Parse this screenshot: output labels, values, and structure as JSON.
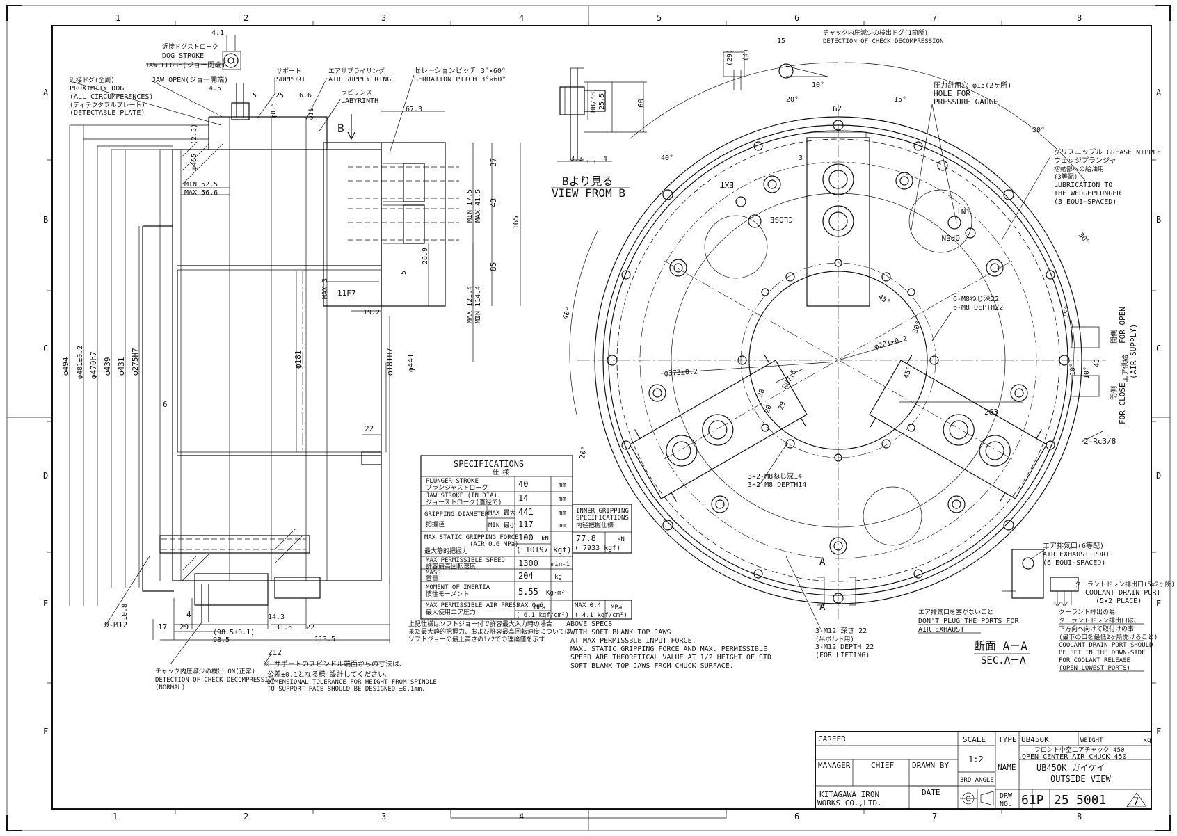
{
  "border": {
    "columns": [
      "1",
      "2",
      "3",
      "4",
      "5",
      "6",
      "7",
      "8"
    ],
    "rows": [
      "A",
      "B",
      "C",
      "D",
      "E",
      "F"
    ]
  },
  "left_view": {
    "dog_stroke_jp": "近接ドグストローク",
    "dog_stroke": "DOG STROKE",
    "jaw_close": "JAW CLOSE(ジョー閉端)",
    "jaw_open": "JAW OPEN(ジョー開端)",
    "dim_4_1": "4.1",
    "dim_4_5": "4.5",
    "proximity_jp": "近接ドグ(全周)",
    "proximity": "PROXIMITY DOG",
    "all_circ": "(ALL CIRCUMFERENCES)",
    "detectable_jp": "(ディテクタブルプレート)",
    "detectable": "(DETECTABLE PLATE)",
    "support_jp": "サポート",
    "support": "SUPPORT",
    "air_supply_jp": "エアサプライリング",
    "air_supply": "AIR SUPPLY RING",
    "labyrinth_jp": "ラビリンス",
    "labyrinth": "LABYRINTH",
    "serration_jp": "セレーションピッチ 3°×60°",
    "serration": "SERRATION PITCH 3°×60°",
    "d5": "5",
    "d25": "25",
    "d6_6": "6.6",
    "phi8_6": "φ8.6",
    "phi11": "φ11",
    "d67_3": "67.3",
    "d2_5": "(2.5)",
    "phi465": "φ465",
    "min52_5": "MIN 52.5",
    "max56_6": "MAX 56.6",
    "b_arrow": "B",
    "d37": "37",
    "d43": "43",
    "d85": "85",
    "d165": "165",
    "min17_5": "MIN 17.5",
    "max41_5": "MAX 41.5",
    "d26_9": "26.9",
    "d5b": "5",
    "max3": "MAX 3",
    "f11f7": "11F7",
    "d19_2": "19.2",
    "max121_4": "MAX 121.4",
    "min114_4": "MIN 114.4",
    "phi494": "φ494",
    "phi481": "φ481±0.2",
    "phi470": "φ470h7",
    "phi439": "φ439",
    "phi431": "φ431",
    "phi275": "φ275H7",
    "phi181": "φ181",
    "phi181h7": "φ181H7",
    "phi441": "φ441",
    "d6": "6",
    "d22": "22",
    "d10_8": "10.8",
    "m12": "9-M12",
    "d17": "17",
    "d29": "29",
    "d4": "4",
    "d98_5a": "(98.5±0.1)",
    "d98_5": "98.5",
    "d14_3": "14.3",
    "d31_6": "31.6",
    "d22b": "22",
    "d113_5": "113.5",
    "d212": "212",
    "check_on_jp": "チャック内圧減少の検出 ON(正常)",
    "check_on": "DETECTION OF CHECK DECOMPRESSION",
    "normal": "(NORMAL)",
    "note_jp1": "※ サポートのスピンドル端面からの寸法は、",
    "note_jp2": "公差±0.1となる様 設計してください。",
    "note_en1": "DIMENSIONAL TOLERANCE FOR HEIGHT FROM SPINDLE",
    "note_en2": "TO SUPPORT FACE SHOULD BE DESIGNED ±0.1mm."
  },
  "view_b": {
    "h8": "H8/h8",
    "d25_5": "25.5",
    "d60": "60",
    "d3_3": "3.3",
    "d4": "4",
    "title_jp": "Bより見る",
    "title": "VIEW FROM B"
  },
  "specs": {
    "title": "SPECIFICATIONS",
    "title_jp": "仕 様",
    "rows": [
      {
        "label": "PLUNGER STROKE",
        "label_jp": "プランジャストローク",
        "value": "40",
        "unit": "mm"
      },
      {
        "label": "JAW STROKE (IN DIA)",
        "label_jp": "ジョーストローク(直径で)",
        "value": "14",
        "unit": "mm"
      },
      {
        "label": "GRIPPING DIAMETER",
        "label_jp": "把握径",
        "sub1": "MAX 最大",
        "value": "441",
        "unit": "mm"
      },
      {
        "label": "",
        "label_jp": "",
        "sub1": "MIN 最小",
        "value": "117",
        "unit": "mm"
      },
      {
        "label": "MAX STATIC GRIPPING FORCE",
        "label_jp": "最大静的把握力",
        "sub1": "(AIR 0.6 MPa)",
        "value": "100",
        "unit": "kN",
        "value2": "( 10197 kgf)"
      },
      {
        "label": "MAX PERMISSIBLE SPEED",
        "label_jp": "許容最高回転速度",
        "value": "1300",
        "unit": "min-1"
      },
      {
        "label": "MASS",
        "label_jp": "質量",
        "value": "204",
        "unit": "kg"
      },
      {
        "label": "MOMENT OF INERTIA",
        "label_jp": "慣性モーメント",
        "value": "5.55",
        "unit": "Kg·m²"
      },
      {
        "label": "MAX PERMISSIBLE AIR PRESS",
        "label_jp": "最大使用エア圧力",
        "value": "MAX 0.6",
        "unit": "MPa",
        "value2": "( 6.1 kgf/cm²)"
      }
    ],
    "inner_title1": "INNER GRIPPING",
    "inner_title2": "SPECIFICATIONS",
    "inner_title_jp": "内径把握仕様",
    "inner_force": "77.8",
    "inner_force_unit": "kN",
    "inner_force2": "( 7933 kgf)",
    "inner_press": "MAX 0.4",
    "inner_press_unit": "MPa",
    "inner_press2": "( 4.1 kgf/cm²)",
    "note_jp1": "上記仕様はソフトジョー付で許容最大入力時の場合",
    "note_jp2": "また最大静的把握力、および許容最高回転速度については",
    "note_jp3": "ソフトジョーの最上高さの1/2での理論値を示す",
    "note_en1": "ABOVE SPECS",
    "note_en2": "WITH SOFT BLANK TOP JAWS",
    "note_en3": "AT MAX PERMISSBLE INPUT FORCE.",
    "note_en4": "MAX. STATIC GRIPPING FORCE AND MAX. PERMISSIBLE",
    "note_en5": "SPEED ARE THEORETICAL VALUE AT 1/2 HEIGHT OF STD",
    "note_en6": "SOFT BLANK TOP JAWS FROM CHUCK SURFACE."
  },
  "front_view": {
    "check_jp": "チャック内圧減少の検出ドグ(1箇所)",
    "check": "DETECTION OF CHECK DECOMPRESSION",
    "d29": "(29)",
    "d4": "(4)",
    "d15": "15",
    "a10": "10°",
    "a20": "20°",
    "a15": "15°",
    "a30": "30°",
    "a40": "40°",
    "a40b": "40°",
    "a20b": "20°",
    "a15b": "15°",
    "a10b": "10°",
    "a30b": "30°",
    "d62": "62",
    "d3": "3",
    "hole_jp": "圧力計用穴 φ15(2ヶ所)",
    "hole1": "HOLE FOR",
    "hole2": "PRESSURE GAUGE",
    "grease_jp": "グリスニップル GREASE NIPPLE",
    "wedge_jp": "ウェッジプランジャ",
    "wedge_jp2": "摺動部への給油用",
    "equi_jp": "(3等配)",
    "lub1": "LUBRICATION TO",
    "lub2": "THE WEDGEPLUNGER",
    "lub3": "(3 EQUI-SPACED)",
    "ext": "EXT",
    "close": "CLOSE",
    "int": "INT",
    "open": "OPEN",
    "m8_jp": "6-M8ねじ深22",
    "m8": "6-M8 DEPTH22",
    "a45": "45°",
    "a30c": "30°",
    "phi201": "φ201±0.2",
    "phi373": "φ373±0.2",
    "r87_5": "R87.5",
    "d38": "38",
    "d20": "20",
    "d20b": "20",
    "a45b": "45°",
    "d263": "263",
    "for_open_jp": "開側",
    "for_open": "FOR OPEN",
    "air_supply": "(AIR SUPPLY)",
    "air_supply_jp": "エア供給",
    "for_close": "FOR CLOSE",
    "for_close_jp": "閉側",
    "d45": "45",
    "a10c": "10°",
    "rc38": "2-Rc3/8",
    "m8d14_jp": "3×2-M8ねじ深14",
    "m8d14": "3×2-M8 DEPTH14",
    "exhaust_jp": "エア排気口(6等配)",
    "exhaust": "AIR EXHAUST PORT",
    "exhaust2": "(6 EQUI-SPACED)",
    "coolant_jp": "クーラントドレン排出口(5×2ヶ所)",
    "coolant": "COOLANT DRAIN PORT",
    "coolant2": "(5×2 PLACE)",
    "a_top": "A",
    "a_bottom": "A",
    "m12_jp": "3-M12 深さ 22",
    "m12_jp2": "(吊ボルト用)",
    "m12": "3-M12 DEPTH 22",
    "m12b": "(FOR LIFTING)",
    "plug_jp": "エア排気口を塞がないこと",
    "plug1": "DON'T PLUG THE PORTS FOR",
    "plug2": "AIR EXHAUST",
    "sec_jp": "断面 A－A",
    "sec": "SEC.A－A",
    "drain_jp1": "クーラント排出の為",
    "drain_jp2": "クーラントドレン排出口は、",
    "drain_jp3": "下方向へ向けて取付けの事",
    "drain_jp4": "(最下の口を最低2ヶ所開けること)",
    "drain1": "COOLANT DRAIN PORT SHOULD",
    "drain2": "BE SET IN THE DOWN-SIDE",
    "drain3": "FOR COOLANT RELEASE",
    "drain4": "(OPEN LOWEST PORTS)"
  },
  "title_block": {
    "career": "CAREER",
    "manager": "MANAGER",
    "chief": "CHIEF",
    "drawn_by": "DRAWN BY",
    "date": "DATE",
    "company1": "KITAGAWA IRON",
    "company2": "WORKS CO.,LTD.",
    "scale_label": "SCALE",
    "scale": "1:2",
    "angle": "3RD ANGLE",
    "type_label": "TYPE",
    "type": "UB450K",
    "weight_label": "WEIGHT",
    "weight_unit": "kg",
    "name_label": "NAME",
    "name_jp": "フロント中空エアチャック 450",
    "name_en": "OPEN CENTER AIR CHUCK 450",
    "title1": "UB450K ガイケイ",
    "title2": "OUTSIDE VIEW",
    "drw_label1": "DRW",
    "drw_label2": "NO.",
    "drw_a": "61P",
    "drw_b": "25",
    "drw_c": "5001",
    "drw_rev": "7"
  }
}
